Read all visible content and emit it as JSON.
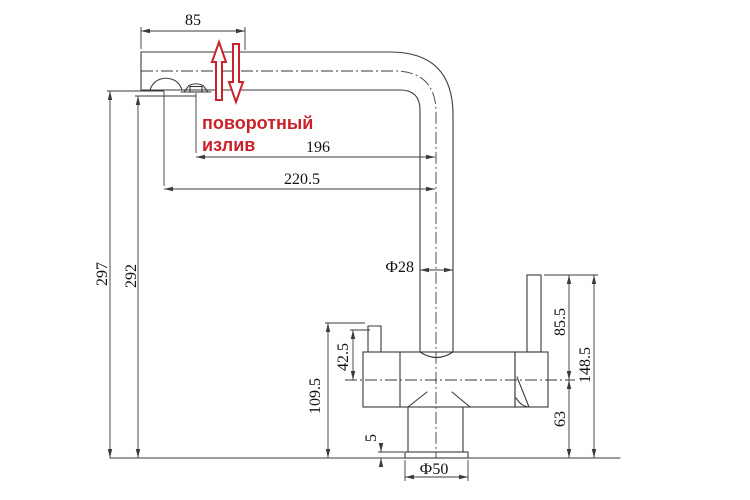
{
  "drawing": {
    "caption": {
      "line1": "поворотный",
      "line2": "излив"
    },
    "dims": {
      "d85": "85",
      "d196": "196",
      "d220_5": "220.5",
      "d297": "297",
      "d292": "292",
      "dia28": "Ф28",
      "d42_5": "42.5",
      "d109_5": "109.5",
      "d5": "5",
      "d85_5": "85.5",
      "d63": "63",
      "d148_5": "148.5",
      "dia50": "Ф50"
    },
    "colors": {
      "line": "#3a3a3a",
      "accent_red": "#c8232b",
      "background": "#ffffff"
    }
  }
}
